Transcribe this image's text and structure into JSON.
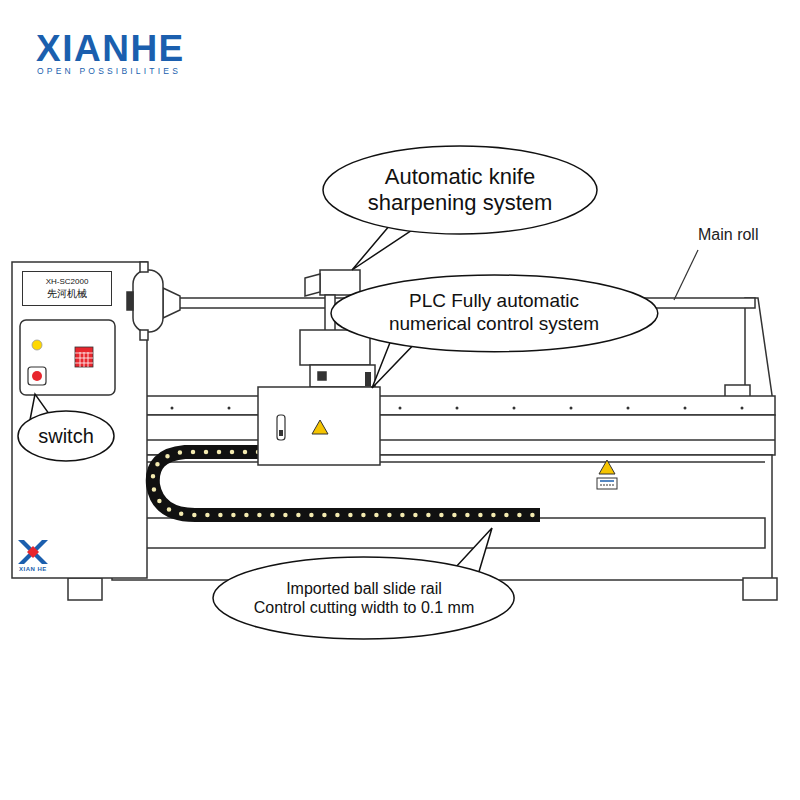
{
  "diagram": {
    "nodes": [
      {
        "text": [
          "Automatic knife sharpening system"
        ]
      },
      {
        "text": [
          "PLC Fully automatic numerical control system"
        ]
      },
      {
        "text": [
          "XH-SC2000",
          "先河机械"
        ]
      },
      {
        "text": [
          "switch"
        ]
      },
      {
        "text": [
          "Imported ball slide rail",
          "Control cutting width to 0.1 mm"
        ]
      }
    ],
    "labels": [
      "XIANHE",
      "OPEN POSSIBILITIES",
      "Main roll",
      "XIAN HE"
    ]
  }
}
